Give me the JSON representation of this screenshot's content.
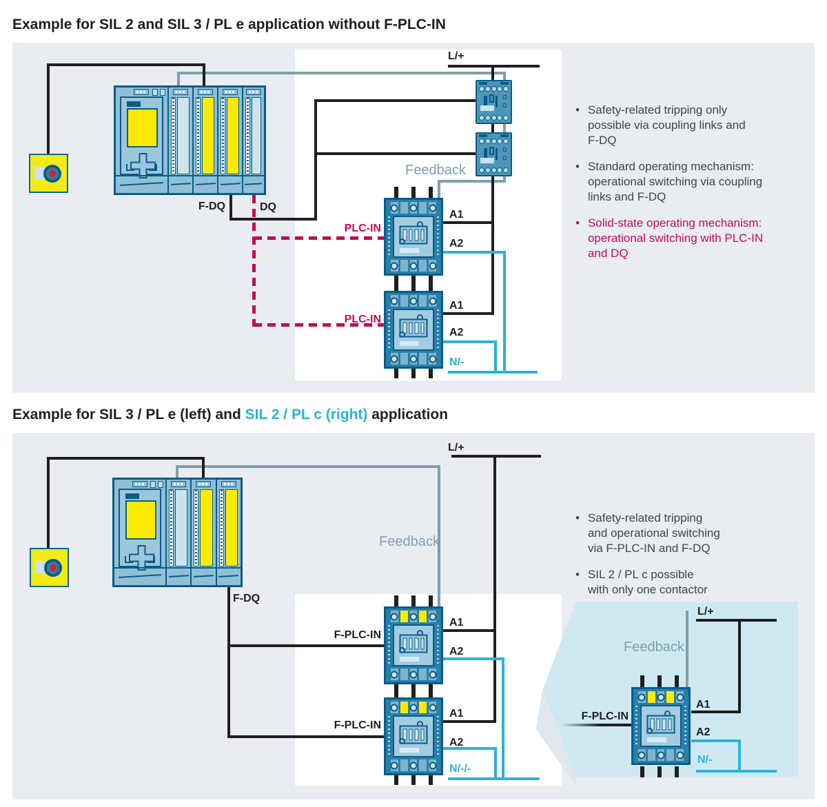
{
  "colors": {
    "magenta_accent": "#c30b57",
    "cyan_accent": "#29b4d6",
    "steel_blue_feedback": "#7f9fae",
    "device_blue": "#2a7fa8",
    "device_dark_blue": "#0a5c88",
    "plc_body_blue": "#8fc0d6",
    "failsafe_yellow": "#f9ea00",
    "panel_background": "#e9edf1",
    "highlight_background": "#cfe9f3",
    "wire_black": "#1f1f1f"
  },
  "titles": {
    "title1": "Example for SIL 2 and SIL 3 / PL e application without F-PLC-IN",
    "title2_pre": "Example for SIL 3 / PL e (left) and ",
    "title2_highlight": "SIL 2 / PL c (right)",
    "title2_post": " application"
  },
  "labels": {
    "l_plus": "L/+",
    "a1": "A1",
    "a2": "A2",
    "n_minus": "N/-",
    "n_minus_2": "N/-/-",
    "feedback": "Feedback",
    "f_dq": "F-DQ",
    "dq": "DQ",
    "plc_in": "PLC-IN",
    "f_plc_in": "F-PLC-IN"
  },
  "panel1": {
    "bullets": [
      {
        "text": "Safety-related tripping only\npossible via coupling links and\nF-DQ"
      },
      {
        "text": "Standard operating mechanism:\noperational switching via coupling\nlinks and F-DQ"
      },
      {
        "text": "Solid-state operating mechanism:\noperational switching with PLC-IN\nand DQ"
      }
    ]
  },
  "panel2": {
    "bullets": [
      {
        "text": "Safety-related tripping\nand operational switching\nvia F-PLC-IN and F-DQ"
      },
      {
        "text": "SIL 2 / PL c possible\nwith only one contactor"
      }
    ]
  }
}
